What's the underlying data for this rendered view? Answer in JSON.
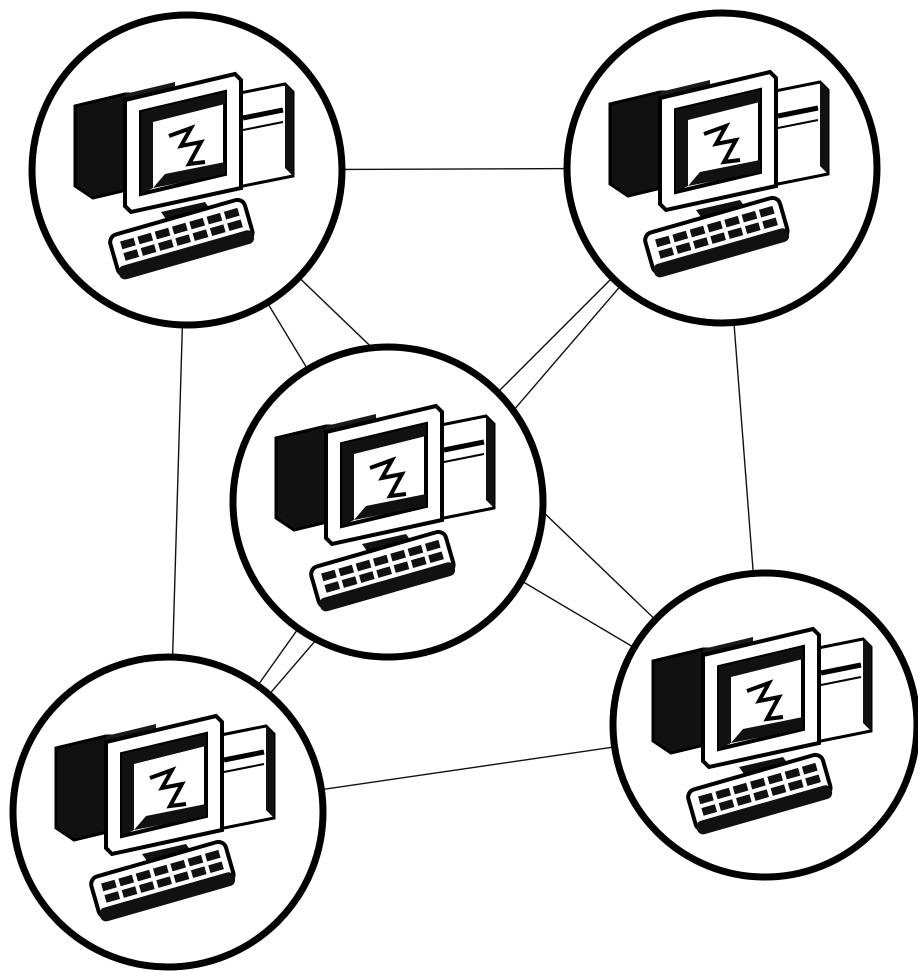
{
  "diagram": {
    "type": "network-topology",
    "background_color": "#ffffff",
    "line_color": "#111111",
    "node_count": 5,
    "nodes": [
      {
        "id": "top-left",
        "icon": "desktop-computer-icon"
      },
      {
        "id": "top-right",
        "icon": "desktop-computer-icon"
      },
      {
        "id": "center",
        "icon": "desktop-computer-icon"
      },
      {
        "id": "bottom-right",
        "icon": "desktop-computer-icon"
      },
      {
        "id": "bottom-left",
        "icon": "desktop-computer-icon"
      }
    ],
    "links": [
      {
        "from": "top-left",
        "to": "top-right"
      },
      {
        "from": "top-left",
        "to": "center"
      },
      {
        "from": "top-left",
        "to": "bottom-left"
      },
      {
        "from": "top-left",
        "to": "bottom-right"
      },
      {
        "from": "top-right",
        "to": "center"
      },
      {
        "from": "top-right",
        "to": "bottom-right"
      },
      {
        "from": "top-right",
        "to": "bottom-left"
      },
      {
        "from": "center",
        "to": "bottom-right"
      },
      {
        "from": "center",
        "to": "bottom-left"
      },
      {
        "from": "bottom-left",
        "to": "bottom-right"
      }
    ]
  }
}
